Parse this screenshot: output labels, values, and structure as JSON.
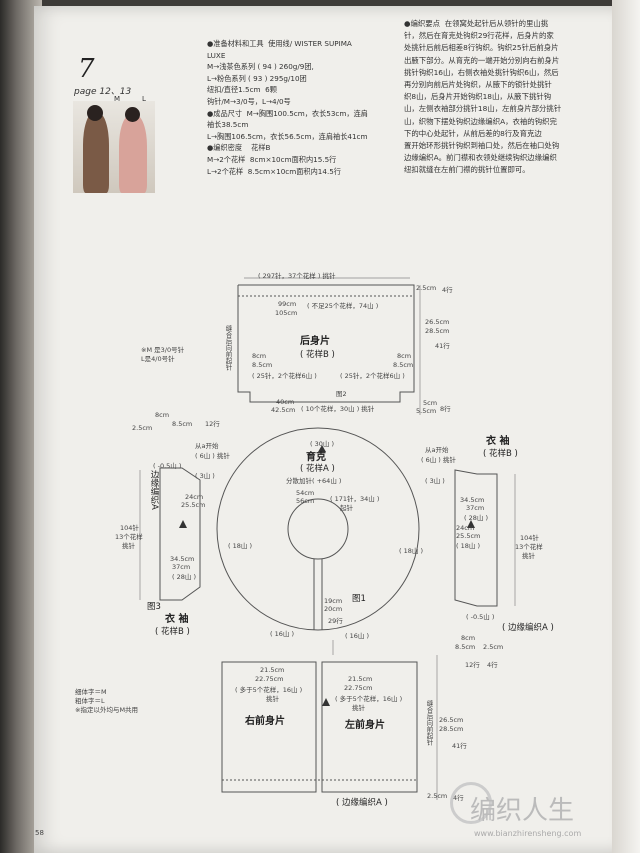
{
  "page": {
    "pattern_number": "7",
    "page_ref": "page 12、13",
    "size_m": "M",
    "size_l": "L",
    "page_number": "58"
  },
  "materials": {
    "text": "●准备材料和工具  使用线/ WISTER SUPIMA\nLUXE\nM→浅茶色系列 ( 94 ) 260g/9团,\nL→粉色系列 ( 93 ) 295g/10团\n纽扣/直径1.5cm  6颗\n钩针/M→3/0号，L→4/0号\n●成品尺寸  M→胸围100.5cm，衣长53cm，连肩\n袖长38.5cm\nL→胸围106.5cm，衣长56.5cm，连肩袖长41cm\n●编织密度    花样B\nM→2个花样  8cm×10cm面积内15.5行\nL→2个花样  8.5cm×10cm面积内14.5行"
  },
  "notes": {
    "text": "●编织要点  在领窝处起针后从领针的里山挑\n针，然后在育克处钩织29行花样，后身片的家\n处挑针后前后相差8行钩织。钩织25针后前身片\n出腋下部分。从育克的一端开始分别向右前身片\n挑针钩织16山，右侧衣袖处挑针钩织6山，然后\n再分别向前后片处钩织，从腋下的锁针处挑针\n织8山，后身片开始钩织18山，从腋下挑针钩\n山，左侧衣袖部分挑针18山，左前身片部分挑针\n山，织物下摆处钩织边缘编织A，衣袖的钩织完\n下的中心处起针，从前后差的8行及育克边\n置开始环形挑针钩织到袖口处，然后在袖口处钩\n边缘编织A。前门襟和衣领处继续钩织边缘编织\n纽扣就缝在左前门襟的挑针位置即可。"
  },
  "back": {
    "title": "后身片",
    "subtitle": "( 花样B )",
    "top_dim": "( 297针，37个花样 ) 挑针",
    "w_m": "99cm",
    "w_l": "105cm",
    "w_count": "( 不足25个花样，74山 )",
    "side_band": "缝合后向前起针",
    "notch_l_1": "8cm",
    "notch_l_2": "8.5cm",
    "notch_l_3": "( 25针，2个花样6山 )",
    "notch_r_1": "8cm",
    "notch_r_2": "8.5cm",
    "notch_r_3": "( 25针，2个花样6山 )",
    "bottom_m": "40cm",
    "bottom_l": "42.5cm",
    "bottom_count": "( 10个花样，30山 ) 挑针",
    "fig": "图2",
    "rdim_1": "2.5cm",
    "rdim_1b": "4行",
    "rdim_2": "26.5cm",
    "rdim_2b": "28.5cm",
    "rdim_2c": "41行",
    "rdim_3": "5cm",
    "rdim_3b": "5.5cm",
    "rdim_3c": "8行"
  },
  "hook_note": {
    "m": "※M 是3/0号针",
    "l": "L是4/0号针"
  },
  "yoke": {
    "title": "育克",
    "subtitle": "( 花样A )",
    "top_count": "( 30山 )",
    "inc": "分散加针( +64山 )",
    "dim_1": "54cm",
    "dim_2": "56cm",
    "count_1": "( 171针，34山 )",
    "cast": "起针",
    "side_l": "( 18山 )",
    "side_r": "( 18山 )",
    "bl": "( 16山 )",
    "br": "( 16山 )",
    "depth_1": "19cm",
    "depth_2": "20cm",
    "depth_3": "29行",
    "fig": "图1"
  },
  "sleeve_l": {
    "title": "衣  袖",
    "subtitle": "( 花样B )",
    "edge": "边缘编织A",
    "fig": "图3",
    "w_1": "8cm",
    "w_2": "8.5cm",
    "rows": "12行",
    "cnt": "104针",
    "cnt2": "13个花样",
    "cnt3": "挑针",
    "inner_1": "24cm",
    "inner_2": "25.5cm",
    "inner_3": "34.5cm",
    "inner_4": "37cm",
    "start": "从a开始",
    "cnt6": "( 6山 ) 挑针",
    "cnt3b": "( 3山 )",
    "edge_row": "( -0.5山 )",
    "dim_top": "2.5cm",
    "side_rows": "( 28山 )"
  },
  "sleeve_r": {
    "title": "衣  袖",
    "subtitle": "( 花样B )",
    "edge": "( 边缘编织A )",
    "start": "从a开始",
    "cnt6": "( 6山 ) 挑针",
    "cnt3": "( 3山 )",
    "inner_1": "34.5cm",
    "inner_2": "37cm",
    "inner_3": "( 28山 )",
    "inner_4": "24cm",
    "inner_5": "25.5cm",
    "inner_6": "( 18山 )",
    "cnt": "104针",
    "cnt2": "13个花样",
    "cnt3b": "挑针",
    "edge_row": "( -0.5山 )",
    "w_1": "8cm",
    "w_2": "8.5cm",
    "w_3": "2.5cm",
    "rows": "12行",
    "rows2": "4行"
  },
  "fronts": {
    "right_title": "右前身片",
    "left_title": "左前身片",
    "r_w1": "21.5cm",
    "r_w2": "22.75cm",
    "r_cnt": "( 多于5个花样，16山 )",
    "r_cnt2": "挑针",
    "l_w1": "21.5cm",
    "l_w2": "22.75cm",
    "l_cnt": "( 多于5个花样，16山 )",
    "l_cnt2": "挑针",
    "band": "缝合后向前起针",
    "edge": "( 边缘编织A )",
    "d1": "26.5cm",
    "d2": "28.5cm",
    "d3": "41行",
    "d4": "2.5cm",
    "d5": "4行"
  },
  "legend": {
    "text": "细体字＝M\n粗体字＝L\n※指定以外均与M共用"
  },
  "watermark": {
    "brand": "编织人生",
    "url": "www.bianzhirensheng.com"
  }
}
